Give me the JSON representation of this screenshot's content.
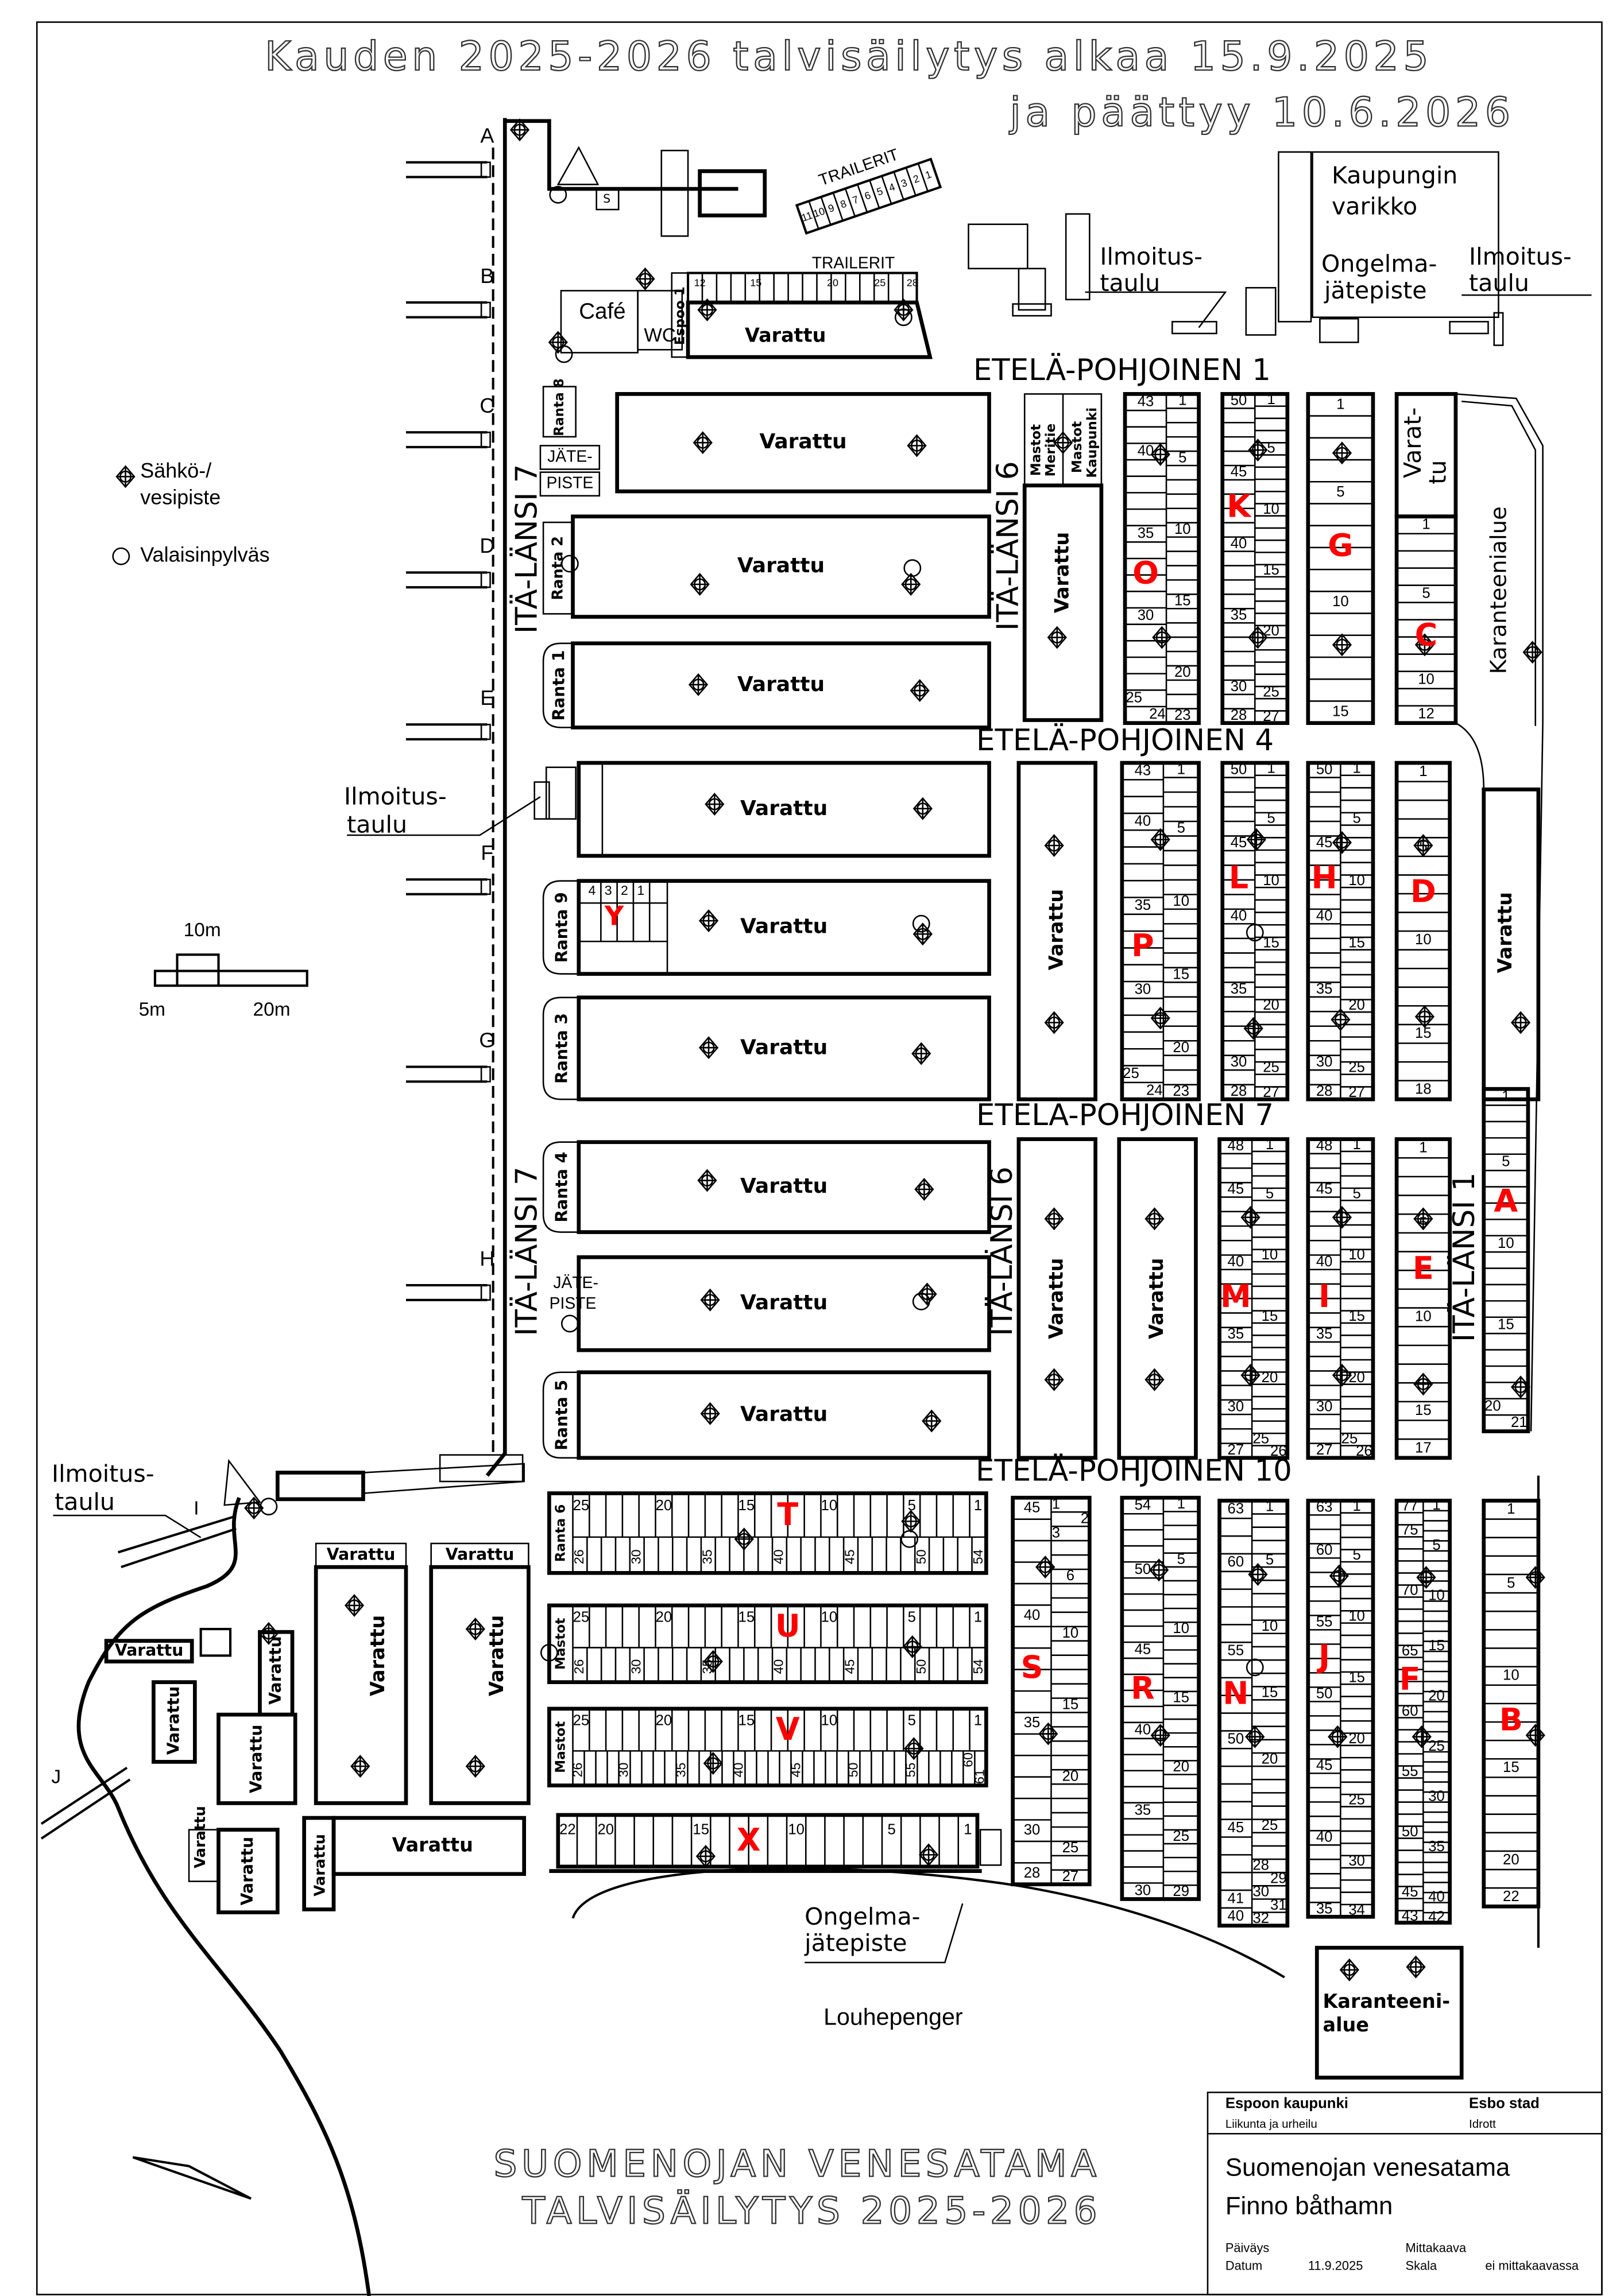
{
  "title": {
    "line1": "Kauden 2025-2026 talvisäilytys alkaa 15.9.2025",
    "line2": "ja päättyy 10.6.2026"
  },
  "footer": {
    "line1": "SUOMENOJAN VENESATAMA",
    "line2": "TALVISÄILYTYS 2025-2026"
  },
  "title_block": {
    "org_fi": "Espoon kaupunki",
    "org_sv": "Esbo stad",
    "dept_fi": "Liikunta ja urheilu",
    "dept_sv": "Idrott",
    "name_fi": "Suomenojan venesatama",
    "name_sv": "Finno båthamn",
    "date_label_fi": "Päiväys",
    "date_label_sv": "Datum",
    "date": "11.9.2025",
    "scale_label_fi": "Mittakaava",
    "scale_label_sv": "Skala",
    "scale": "ei mittakaavassa"
  },
  "legend": {
    "power_water_1": "Sähkö-/",
    "power_water_2": "vesipiste",
    "lamp": "Valaisinpylväs"
  },
  "scale_bar": {
    "mid": "10m",
    "left": "5m",
    "right": "20m"
  },
  "piers": [
    "A",
    "B",
    "C",
    "D",
    "E",
    "F",
    "G",
    "H",
    "I",
    "J"
  ],
  "roads": {
    "ep1": "ETELÄ-POHJOINEN 1",
    "ep4": "ETELÄ-POHJOINEN 4",
    "ep7": "ETELÄ-POHJOINEN 7",
    "ep10": "ETELÄ-POHJOINEN 10",
    "il7": "ITÄ-LÄNSI 7",
    "il6": "ITÄ-LÄNSI 6",
    "il1": "ITÄ-LÄNSI 1"
  },
  "labels": {
    "reserved": "Varattu",
    "reserved_split_1": "Varat-",
    "reserved_split_2": "tu",
    "cafe": "Café",
    "wc": "WC",
    "trailers": "TRAILERIT",
    "trailer_numbers_top": [
      "11",
      "10",
      "9",
      "8",
      "7",
      "6",
      "5",
      "4",
      "3",
      "2",
      "1"
    ],
    "trailer_numbers_row": [
      "12",
      "15",
      "20",
      "25",
      "28"
    ],
    "espoo1": "Espoo 1",
    "depot_1": "Kaupungin",
    "depot_2": "varikko",
    "hazwaste_1": "Ongelma-",
    "hazwaste_2": "jätepiste",
    "notice_1": "Ilmoitus-",
    "notice_2": "taulu",
    "waste_1": "JÄTE-",
    "waste_2": "PISTE",
    "quarantine": "Karanteenialue",
    "quarantine_1": "Karanteeni-",
    "quarantine_2": "alue",
    "masts_meritie_1": "Mastot",
    "masts_meritie_2": "Meritie",
    "masts_city_1": "Mastot",
    "masts_city_2": "Kaupunki",
    "masts": "Mastot",
    "rock_fill": "Louhepenger",
    "sauna": "S",
    "ranta": {
      "r1": "Ranta 1",
      "r2": "Ranta 2",
      "r3": "Ranta 3",
      "r4": "Ranta 4",
      "r5": "Ranta 5",
      "r6": "Ranta 6",
      "r8": "Ranta 8",
      "r9": "Ranta 9"
    },
    "y_numbers": [
      "4",
      "3",
      "2",
      "1"
    ]
  },
  "sections": {
    "O": {
      "letter": "O",
      "left": [
        "43",
        "40",
        "35",
        "30",
        "25",
        "24"
      ],
      "right": [
        "1",
        "5",
        "10",
        "15",
        "20",
        "23"
      ]
    },
    "K": {
      "letter": "K",
      "left": [
        "50",
        "45",
        "40",
        "35",
        "30",
        "28"
      ],
      "right": [
        "1",
        "5",
        "10",
        "15",
        "20",
        "25",
        "27"
      ]
    },
    "G": {
      "letter": "G",
      "right": [
        "1",
        "5",
        "10",
        "15"
      ]
    },
    "C": {
      "letter": "C",
      "right": [
        "1",
        "5",
        "10",
        "12"
      ]
    },
    "P": {
      "letter": "P",
      "left": [
        "43",
        "40",
        "35",
        "30",
        "25",
        "24"
      ],
      "right": [
        "1",
        "5",
        "10",
        "15",
        "20",
        "23"
      ]
    },
    "L": {
      "letter": "L",
      "left": [
        "50",
        "45",
        "40",
        "35",
        "30",
        "28"
      ],
      "right": [
        "1",
        "5",
        "10",
        "15",
        "20",
        "25",
        "27"
      ]
    },
    "H": {
      "letter": "H",
      "left": [
        "50",
        "45",
        "40",
        "35",
        "30",
        "28"
      ],
      "right": [
        "1",
        "5",
        "10",
        "15",
        "20",
        "25",
        "27"
      ]
    },
    "D": {
      "letter": "D",
      "right": [
        "1",
        "5",
        "10",
        "15",
        "18"
      ]
    },
    "M": {
      "letter": "M",
      "left": [
        "48",
        "45",
        "40",
        "35",
        "30",
        "27"
      ],
      "right": [
        "1",
        "5",
        "10",
        "15",
        "20",
        "25",
        "26"
      ]
    },
    "I": {
      "letter": "I",
      "left": [
        "48",
        "45",
        "40",
        "35",
        "30",
        "27"
      ],
      "right": [
        "1",
        "5",
        "10",
        "15",
        "20",
        "25",
        "26"
      ]
    },
    "E": {
      "letter": "E",
      "right": [
        "1",
        "5",
        "10",
        "15",
        "17"
      ]
    },
    "A": {
      "letter": "A",
      "right": [
        "1",
        "5",
        "10",
        "15",
        "20",
        "21"
      ]
    },
    "S": {
      "letter": "S",
      "left": [
        "45",
        "40",
        "35",
        "30",
        "28"
      ],
      "right": [
        "1",
        "2",
        "3",
        "6",
        "10",
        "15",
        "20",
        "25",
        "27"
      ]
    },
    "R": {
      "letter": "R",
      "left": [
        "54",
        "50",
        "45",
        "40",
        "35",
        "30"
      ],
      "right": [
        "1",
        "5",
        "10",
        "15",
        "20",
        "25",
        "29"
      ]
    },
    "N": {
      "letter": "N",
      "left": [
        "63",
        "60",
        "55",
        "50",
        "45",
        "41",
        "40"
      ],
      "right": [
        "1",
        "5",
        "10",
        "15",
        "20",
        "25",
        "28",
        "29",
        "30",
        "31",
        "32"
      ]
    },
    "J": {
      "letter": "J",
      "left": [
        "63",
        "60",
        "55",
        "50",
        "45",
        "40",
        "35"
      ],
      "right": [
        "1",
        "5",
        "10",
        "15",
        "20",
        "25",
        "30",
        "34"
      ]
    },
    "F": {
      "letter": "F",
      "left": [
        "77",
        "75",
        "70",
        "65",
        "60",
        "55",
        "50",
        "45",
        "43"
      ],
      "right": [
        "1",
        "5",
        "10",
        "15",
        "20",
        "25",
        "30",
        "35",
        "40",
        "42"
      ]
    },
    "B": {
      "letter": "B",
      "right": [
        "1",
        "5",
        "10",
        "15",
        "20",
        "22"
      ]
    },
    "T": {
      "letter": "T",
      "top": [
        "25",
        "20",
        "15",
        "10",
        "5",
        "1"
      ],
      "bottom": [
        "26",
        "30",
        "35",
        "40",
        "45",
        "50",
        "54"
      ]
    },
    "U": {
      "letter": "U",
      "top": [
        "25",
        "20",
        "15",
        "10",
        "5",
        "1"
      ],
      "bottom": [
        "26",
        "30",
        "35",
        "40",
        "45",
        "50",
        "54"
      ]
    },
    "V": {
      "letter": "V",
      "top": [
        "25",
        "20",
        "15",
        "10",
        "5",
        "1"
      ],
      "bottom": [
        "26",
        "30",
        "35",
        "40",
        "45",
        "50",
        "55",
        "60",
        "61"
      ]
    },
    "X": {
      "letter": "X",
      "top": [
        "22",
        "20",
        "15",
        "10",
        "5",
        "1"
      ]
    },
    "Y": {
      "letter": "Y"
    }
  },
  "colors": {
    "section_letter": "#ff0000",
    "line": "#000000"
  }
}
